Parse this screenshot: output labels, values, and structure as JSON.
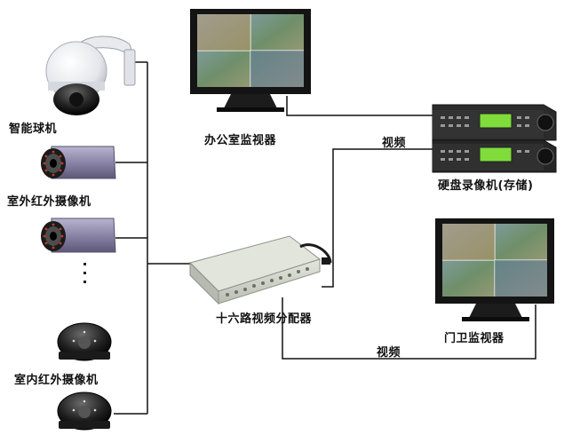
{
  "labels": {
    "dome_camera": "智能球机",
    "outdoor_ir_camera": "室外红外摄像机",
    "indoor_ir_camera": "室内红外摄像机",
    "office_monitor": "办公室监视器",
    "dvr": "硬盘录像机(存储)",
    "distributor": "十六路视频分配器",
    "gate_monitor": "门卫监视器",
    "link_video_top": "视频",
    "link_video_bottom": "视频"
  },
  "colors": {
    "line": "#111111",
    "monitor_bezel": "#1a1a1a",
    "dvr_body": "#2b2b2b",
    "dvr_display": "#7fdc3a",
    "camera_purple": "#8c86a8",
    "distributor_body": "#cfd3c9"
  }
}
